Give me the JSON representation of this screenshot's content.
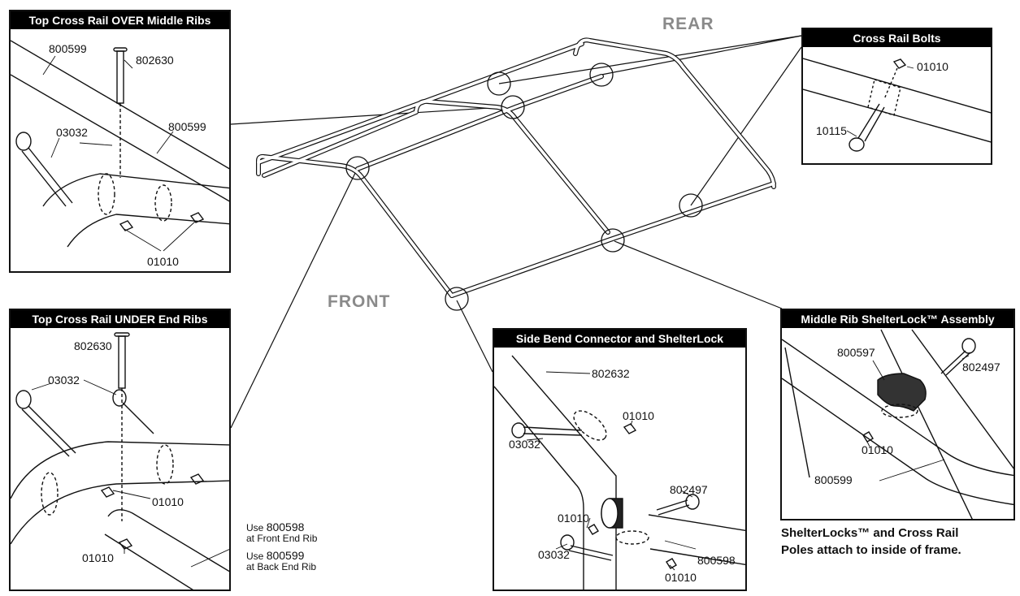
{
  "direction_labels": {
    "rear": "REAR",
    "front": "FRONT"
  },
  "panels": {
    "over_middle_ribs": {
      "title": "Top Cross Rail OVER Middle Ribs",
      "parts": [
        "800599",
        "802630",
        "03032",
        "800599",
        "01010"
      ]
    },
    "under_end_ribs": {
      "title": "Top Cross Rail UNDER End Ribs",
      "parts": [
        "802630",
        "03032",
        "01010",
        "01010"
      ],
      "notes": [
        {
          "prefix": "Use ",
          "part": "800598",
          "suffix": "at Front End Rib"
        },
        {
          "prefix": "Use ",
          "part": "800599",
          "suffix": "at Back End Rib"
        }
      ]
    },
    "cross_rail_bolts": {
      "title": "Cross Rail Bolts",
      "parts": [
        "01010",
        "10115"
      ]
    },
    "side_bend": {
      "title": "Side Bend Connector and ShelterLock",
      "parts": [
        "802632",
        "01010",
        "03032",
        "802497",
        "01010",
        "03032",
        "800598",
        "01010"
      ]
    },
    "middle_rib": {
      "title": "Middle Rib ShelterLock™ Assembly",
      "parts": [
        "800597",
        "802497",
        "01010",
        "800599"
      ]
    }
  },
  "footnote": {
    "line1": "ShelterLocks™ and Cross Rail",
    "line2": "Poles attach to inside of frame."
  }
}
